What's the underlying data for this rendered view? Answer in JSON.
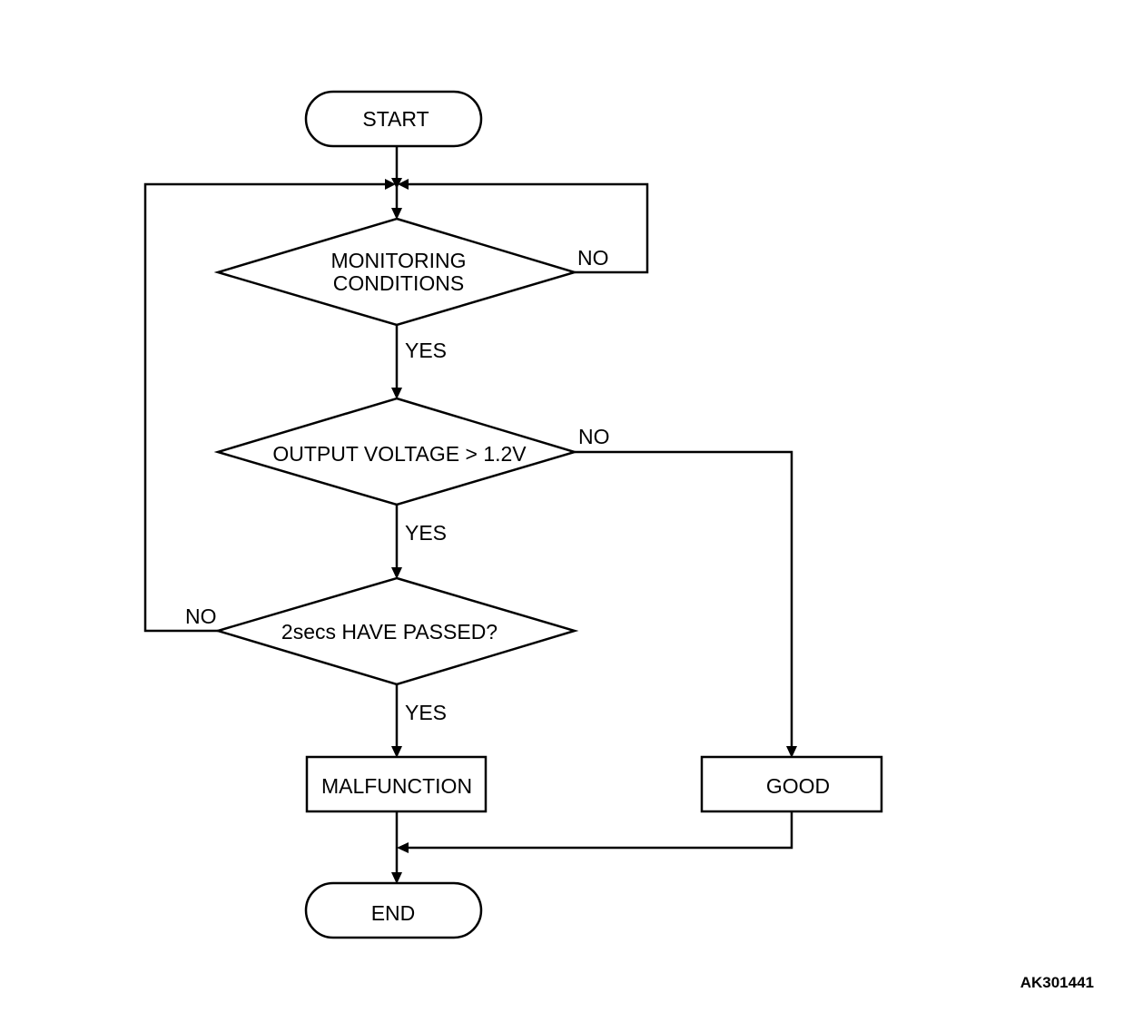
{
  "flowchart": {
    "start": "START",
    "end": "END",
    "decisions": {
      "monitoring": {
        "line1": "MONITORING",
        "line2": "CONDITIONS",
        "yes": "YES",
        "no": "NO"
      },
      "voltage": {
        "text": "OUTPUT VOLTAGE > 1.2V",
        "yes": "YES",
        "no": "NO"
      },
      "time": {
        "text": "2secs HAVE PASSED?",
        "yes": "YES",
        "no": "NO"
      }
    },
    "outcomes": {
      "malfunction": "MALFUNCTION",
      "good": "GOOD"
    },
    "figure_code": "AK301441"
  }
}
